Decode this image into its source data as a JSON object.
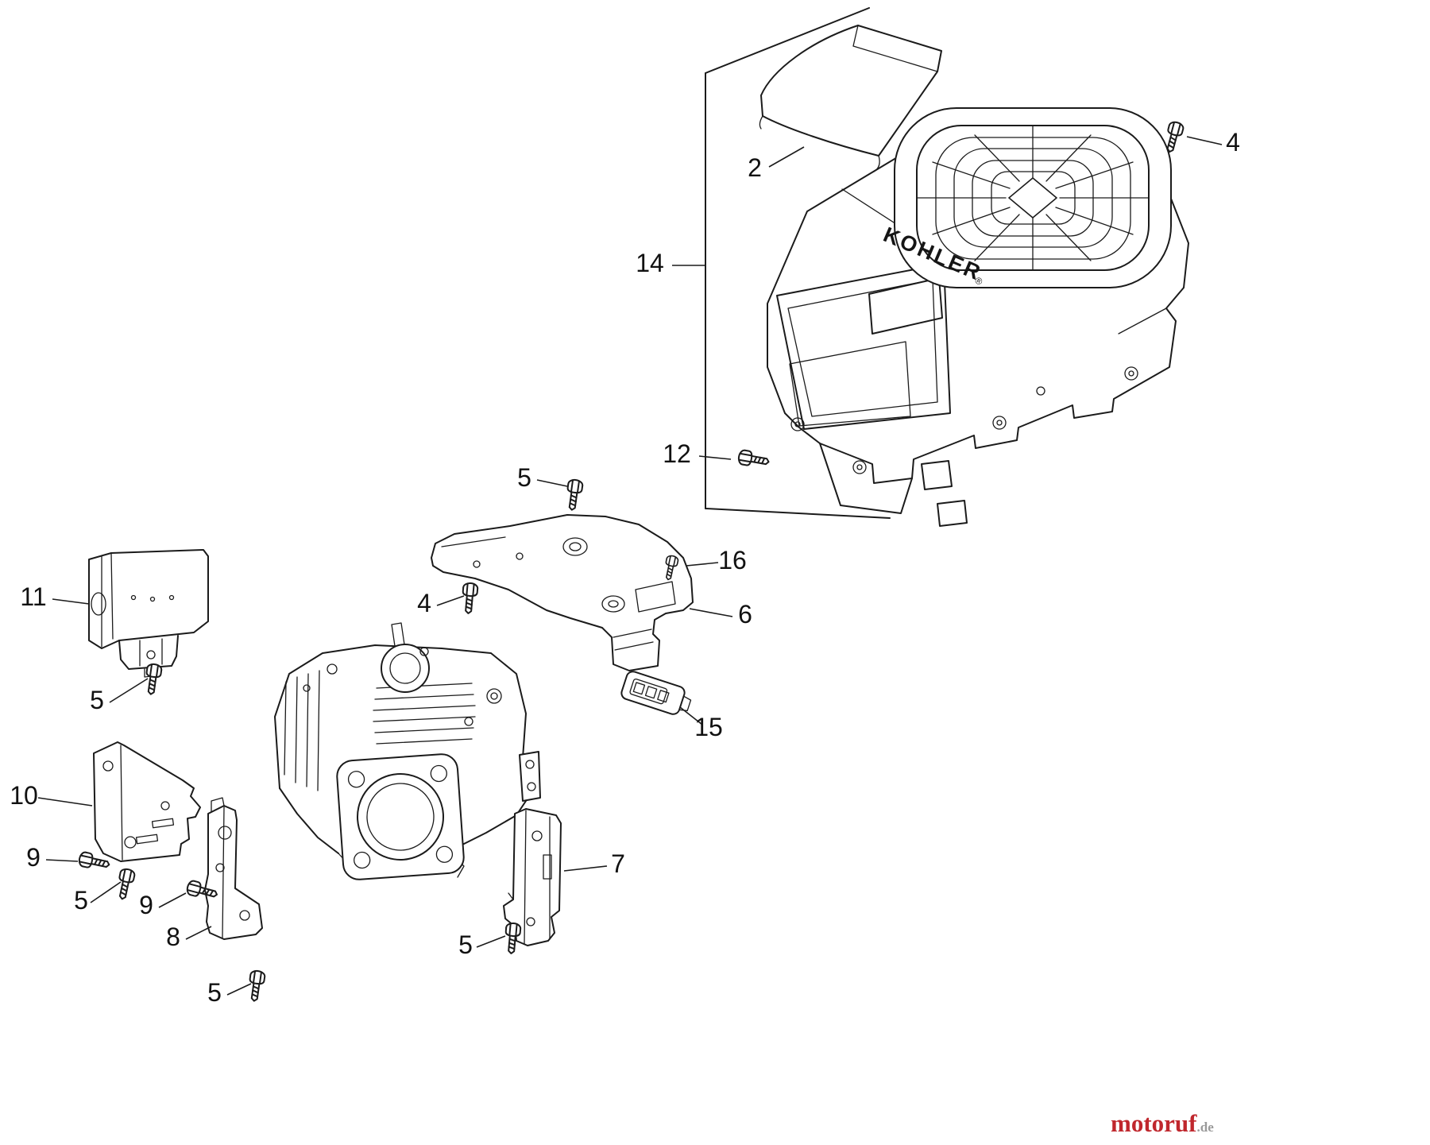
{
  "colors": {
    "line": "#1b1b1b",
    "background": "#ffffff",
    "watermark_brand": "#c0272d",
    "watermark_suffix": "#9a9a9a"
  },
  "diagram": {
    "brand_logo": "KOHLER",
    "brand_reg": "®",
    "labels": [
      {
        "part": "2"
      },
      {
        "part": "4"
      },
      {
        "part": "14"
      },
      {
        "part": "12"
      },
      {
        "part": "5"
      },
      {
        "part": "16"
      },
      {
        "part": "4"
      },
      {
        "part": "6"
      },
      {
        "part": "11"
      },
      {
        "part": "5"
      },
      {
        "part": "15"
      },
      {
        "part": "10"
      },
      {
        "part": "9"
      },
      {
        "part": "5"
      },
      {
        "part": "9"
      },
      {
        "part": "8"
      },
      {
        "part": "7"
      },
      {
        "part": "5"
      },
      {
        "part": "5"
      }
    ]
  },
  "watermark": {
    "brand": "motoruf",
    "suffix": ".de"
  }
}
